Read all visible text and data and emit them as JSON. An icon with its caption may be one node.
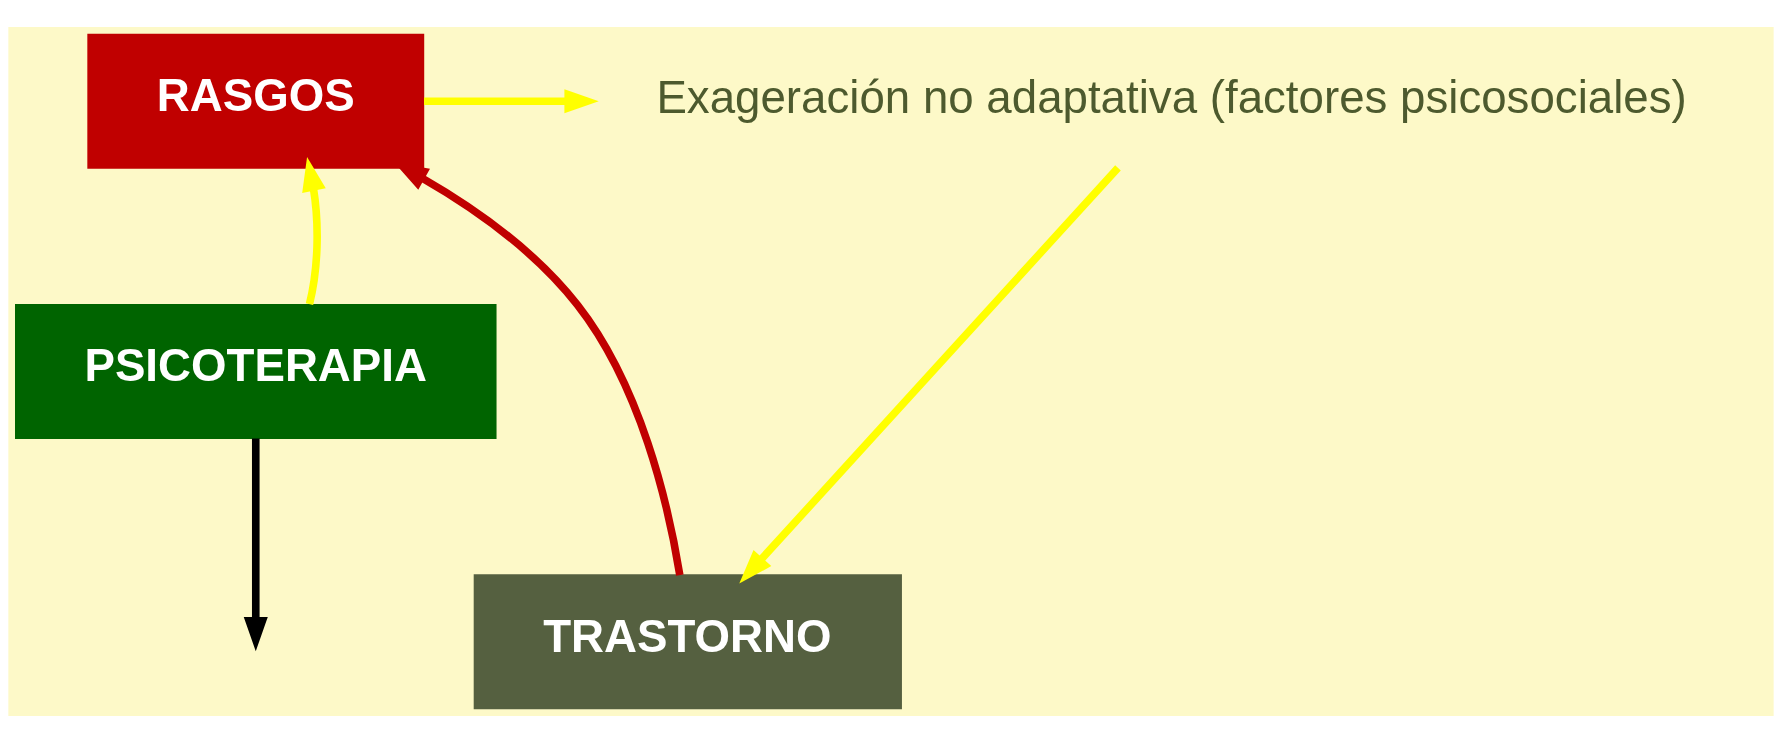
{
  "diagram": {
    "nodes": [
      {
        "text": [
          "RASGOS"
        ]
      },
      {
        "text": [
          "Exageración no adaptativa (factores psicosociales)"
        ]
      },
      {
        "text": [
          "PSICOTERAPIA"
        ]
      },
      {
        "text": [
          "TRASTORNO"
        ]
      }
    ],
    "edges": [
      {
        "from": 0,
        "to": 1,
        "arrow": "to",
        "color": "#ffff00"
      },
      {
        "from": 1,
        "to": 3,
        "arrow": "to",
        "color": "#ffff00"
      },
      {
        "from": 2,
        "to": 0,
        "arrow": "to",
        "color": "#ffff00"
      },
      {
        "from": 3,
        "to": 0,
        "arrow": "to",
        "color": "#c00000"
      },
      {
        "from": 2,
        "to": null,
        "arrow": "to",
        "color": "#000000"
      }
    ]
  }
}
